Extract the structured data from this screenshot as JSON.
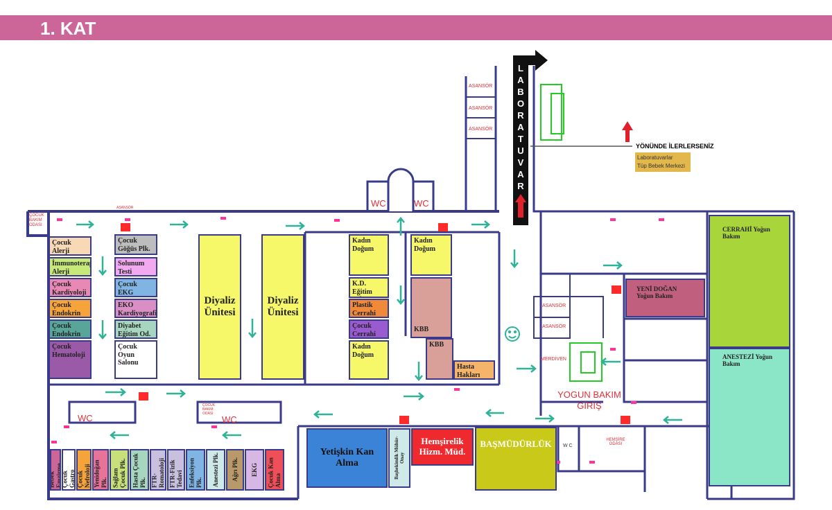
{
  "header": {
    "title": "1. KAT",
    "bg_color": "#cc6699"
  },
  "direction": {
    "laboratuvar": "LABORATUVAR",
    "note": "YÖNÜNDE İLERLERSENİZ",
    "legend": [
      "Laboratuvarlar",
      "Tüp Bebek Merkezi"
    ]
  },
  "labels": {
    "asansor": "ASANSÖR",
    "wc": "WC",
    "merdiven": "MERDİVEN",
    "yogun_bakim_giris": "YOGUN BAKIM GİRİŞ",
    "cocuk_bakim_odasi": "ÇOCUK BAKIM ODASI",
    "cocuk_bakim_odasi_small": "ÇOCUK BAKIM ODASI",
    "hemsire_odasi": "HEMŞİRE ODASI",
    "w_c": "W C"
  },
  "rooms": {
    "cocuk_alerji": "Çocuk Alerji",
    "immunoterapi": "İmmunoterapi Alerji",
    "cocuk_kardiyoloji": "Çocuk Kardiyoloji",
    "cocuk_endokrin_1": "Çocuk Endokrin",
    "cocuk_endokrin_2": "Çocuk Endokrin",
    "cocuk_hematoloji": "Çocuk Hematoloji",
    "cocuk_gogus": "Çocuk Göğüs Plk.",
    "solunum": "Solunum Testi",
    "cocuk_ekg": "Çocuk EKG",
    "eko": "EKO Kardiyografi",
    "diyabet": "Diyabet Eğitim Od.",
    "oyun": "Çocuk Oyun Salonu",
    "diyaliz_1": "Diyaliz Ünitesi",
    "diyaliz_2": "Diyaliz Ünitesi",
    "kadin_dogum_1": "Kadın Doğum",
    "kadin_dogum_2": "Kadın Doğum",
    "kadin_dogum_3": "Kadın Doğum",
    "kd_egitim": "K.D. Eğitim Odası",
    "plastik": "Plastik Cerrahi",
    "cocuk_cerrahi": "Çocuk Cerrahi",
    "kbb_1": "KBB",
    "kbb_2": "KBB",
    "hasta_haklari": "Hasta Hakları",
    "cerrahi": "CERRAHİ Yoğun Bakım",
    "yeni_dogan": "YENİ DOĞAN Yoğun Bakım",
    "anestezi": "ANESTEZİ Yoğun Bakım",
    "yetiskin": "Yetişkin Kan Alma",
    "bashekimlik": "Başhekimlik Mühür-Onay",
    "hemsirelik": "Hemşirelik Hizm. Müd.",
    "basmudurluk": "BAŞMÜDÜRLÜK"
  },
  "bottom_rooms": [
    {
      "label": "Bebek Emzirme",
      "color": "#cc6699"
    },
    {
      "label": "Çocuk Gastro",
      "color": "#ffffff"
    },
    {
      "label": "Çocuk Nefroloji",
      "color": "#f4a43a"
    },
    {
      "label": "Yenidoğan Plk.",
      "color": "#e8739a"
    },
    {
      "label": "Sağlam Çocuk Plk.",
      "color": "#c7e07a"
    },
    {
      "label": "Hasta Çocuk Plk.",
      "color": "#a6d6c0"
    },
    {
      "label": "FTR-Romatoloji",
      "color": "#c8c0de"
    },
    {
      "label": "FTR-Fizik Tedavi",
      "color": "#c8c0de"
    },
    {
      "label": "Enfeksiyon Plk.",
      "color": "#7fb4e3"
    },
    {
      "label": "Anestezi Plk.",
      "color": "#cfe8e8"
    },
    {
      "label": "Ağrı Plk.",
      "color": "#b89a6a"
    },
    {
      "label": "EKG",
      "color": "#d7b7e3"
    },
    {
      "label": "Çocuk Kan Alma",
      "color": "#ef4f58"
    }
  ],
  "colors": {
    "wall": "#3a3a8a",
    "arrow": "#2eb398",
    "marker": "#ff3399"
  }
}
